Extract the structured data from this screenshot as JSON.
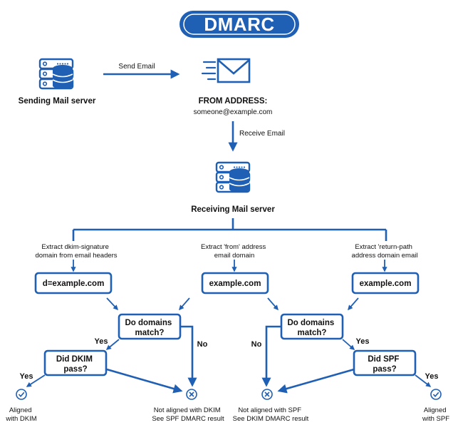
{
  "title": "DMARC",
  "colors": {
    "primary": "#1f5fb4",
    "text": "#111111",
    "background": "#ffffff"
  },
  "sender": {
    "icon": "server-stack-icon",
    "label": "Sending Mail server"
  },
  "send_edge": "Send Email",
  "email": {
    "icon": "envelope-icon",
    "heading": "FROM ADDRESS:",
    "address": "someone@example.com"
  },
  "receive_edge": "Receive Email",
  "receiver": {
    "icon": "server-stack-icon",
    "label": "Receiving Mail server"
  },
  "extractions": {
    "dkim": [
      "Extract dkim-signature",
      "domain from email headers"
    ],
    "from": [
      "Extract 'from' address",
      "email domain"
    ],
    "return_path": [
      "Extract 'return-path",
      "address domain email"
    ]
  },
  "domains": {
    "dkim": "d=example.com",
    "from": "example.com",
    "return_path": "example.com"
  },
  "decisions": {
    "left_match": [
      "Do domains",
      "match?"
    ],
    "right_match": [
      "Do domains",
      "match?"
    ],
    "dkim_pass": [
      "Did DKIM",
      "pass?"
    ],
    "spf_pass": [
      "Did SPF",
      "pass?"
    ]
  },
  "edge_labels": {
    "yes": "Yes",
    "no": "No"
  },
  "outcomes": {
    "aligned_dkim": [
      "Aligned",
      "with DKIM"
    ],
    "not_aligned_dkim": [
      "Not aligned with DKIM",
      "See SPF DMARC result"
    ],
    "not_aligned_spf": [
      "Not aligned with SPF",
      "See DKIM DMARC result"
    ],
    "aligned_spf": [
      "Aligned",
      "with SPF"
    ]
  }
}
